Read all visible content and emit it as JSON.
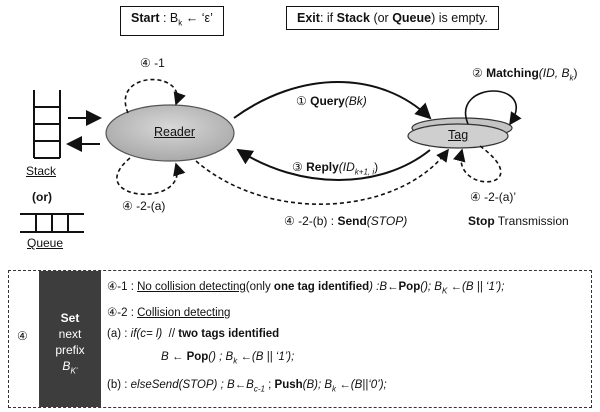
{
  "header": {
    "start_prefix": "Start",
    "start_assign": ": B",
    "start_sub": "k",
    "start_value": "← ‘ε’",
    "exit_prefix": "Exit",
    "exit_text_1": ": if ",
    "exit_stack": "Stack",
    "exit_text_2": " (or ",
    "exit_queue": "Queue",
    "exit_text_3": ") is empty."
  },
  "nodes": {
    "reader": "Reader",
    "tag": "Tag"
  },
  "storage": {
    "stack": "Stack",
    "or": "(or)",
    "queue": "Queue"
  },
  "edges": {
    "self_loop_reader": "④ -1",
    "query_num": "①",
    "query_fn": "Query",
    "query_arg": "(Bk)",
    "matching_num": "②",
    "matching_fn": "Matching",
    "matching_arg": "(ID, B",
    "matching_sub": "k",
    "matching_close": ")",
    "reply_num": "③",
    "reply_fn": "Reply",
    "reply_arg": "(ID",
    "reply_sub": "k+1, i",
    "reply_close": ")",
    "case_2a": "④ -2-(a)",
    "case_2a_prime": "④ -2-(a)’",
    "case_2b_prefix": "④ -2-(b) : ",
    "case_2b_fn": "Send",
    "case_2b_arg": "(STOP)",
    "stop_bold": "Stop",
    "stop_rest": " Transmission"
  },
  "legend": {
    "step_symbol": "④",
    "side_set": "Set",
    "side_next": "next",
    "side_prefix": "prefix",
    "side_b": "B",
    "side_bsub": "K’",
    "line1_num": "④-1 : ",
    "line1_u": "No collision detecting",
    "line1_a": "(only ",
    "line1_b": "one tag identified",
    "line1_c": ") :B←",
    "line1_pop": "Pop",
    "line1_d": "(); B",
    "line1_sub": "K",
    "line1_e": " ←(B || ‘1’);",
    "line2_num": "④-2 : ",
    "line2_u": "Collision detecting",
    "line3_a": "(a) : ",
    "line3_if": "if(c= l)",
    "line3_b": "  // ",
    "line3_bold": "two  tags identified",
    "line4_a": "B ← ",
    "line4_pop": "Pop",
    "line4_b": "() ; B",
    "line4_sub": "k",
    "line4_c": " ←(B || ‘1’);",
    "line5_a": "(b) : ",
    "line5_else": "elseSend",
    "line5_b": "(STOP) ; B←B",
    "line5_sub": "c-1",
    "line5_c": " ; ",
    "line5_push": "Push",
    "line5_d": "(B); B",
    "line5_sub2": "k",
    "line5_e": " ←(B||‘0’);"
  }
}
